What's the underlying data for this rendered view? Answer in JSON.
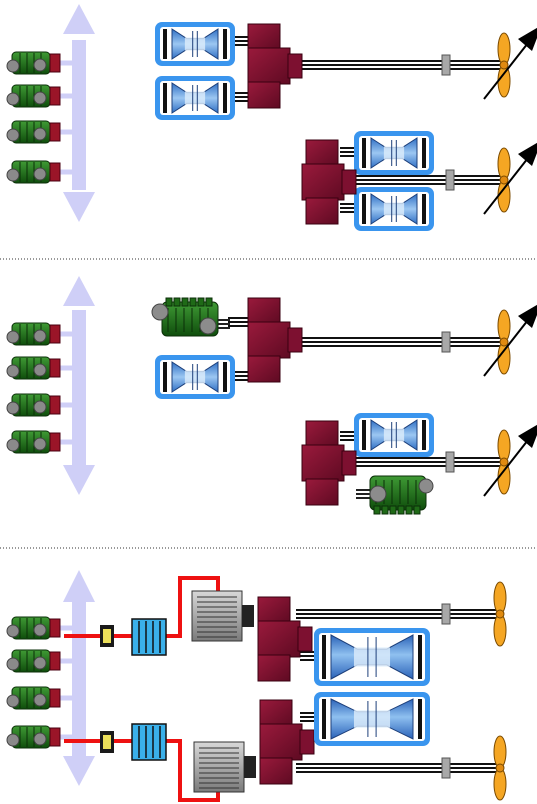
{
  "diagram": {
    "configurations": [
      {
        "id": "config-1",
        "generator_count": 4,
        "shafts": [
          {
            "prime_movers": [
              "gas-turbine",
              "gas-turbine"
            ],
            "propeller": "controllable-pitch"
          },
          {
            "prime_movers": [
              "gas-turbine",
              "gas-turbine"
            ],
            "propeller": "controllable-pitch"
          }
        ]
      },
      {
        "id": "config-2",
        "generator_count": 4,
        "shafts": [
          {
            "prime_movers": [
              "diesel-engine",
              "gas-turbine"
            ],
            "propeller": "controllable-pitch"
          },
          {
            "prime_movers": [
              "gas-turbine",
              "diesel-engine"
            ],
            "propeller": "controllable-pitch"
          }
        ]
      },
      {
        "id": "config-3",
        "generator_count": 4,
        "shafts": [
          {
            "prime_movers": [
              "electric-motor",
              "gas-turbine"
            ],
            "propeller": "fixed-pitch"
          },
          {
            "prime_movers": [
              "gas-turbine",
              "electric-motor"
            ],
            "propeller": "fixed-pitch"
          }
        ],
        "converter_count": 2,
        "transformer_count": 2
      }
    ],
    "colors": {
      "gas_turbine_frame": "#3a95ee",
      "gas_turbine_body": "#4a8fd8",
      "gearbox": "#7d1030",
      "diesel_engine": "#1a6a14",
      "generator_exciter": "#9a1528",
      "bus": "#cfcff7",
      "propeller": "#f5a623",
      "power_cable": "#ee1111",
      "converter": "#ece05a",
      "transformer": "#3ab0ea",
      "motor": "#9a9a9a",
      "shaft_bearing": "#a8a8a8"
    },
    "icons": [
      "gas-turbine-icon",
      "diesel-engine-icon",
      "generator-set-icon",
      "gearbox-icon",
      "propeller-icon",
      "pitch-arrow-icon",
      "power-bus-icon",
      "converter-icon",
      "transformer-icon",
      "electric-motor-icon"
    ]
  }
}
